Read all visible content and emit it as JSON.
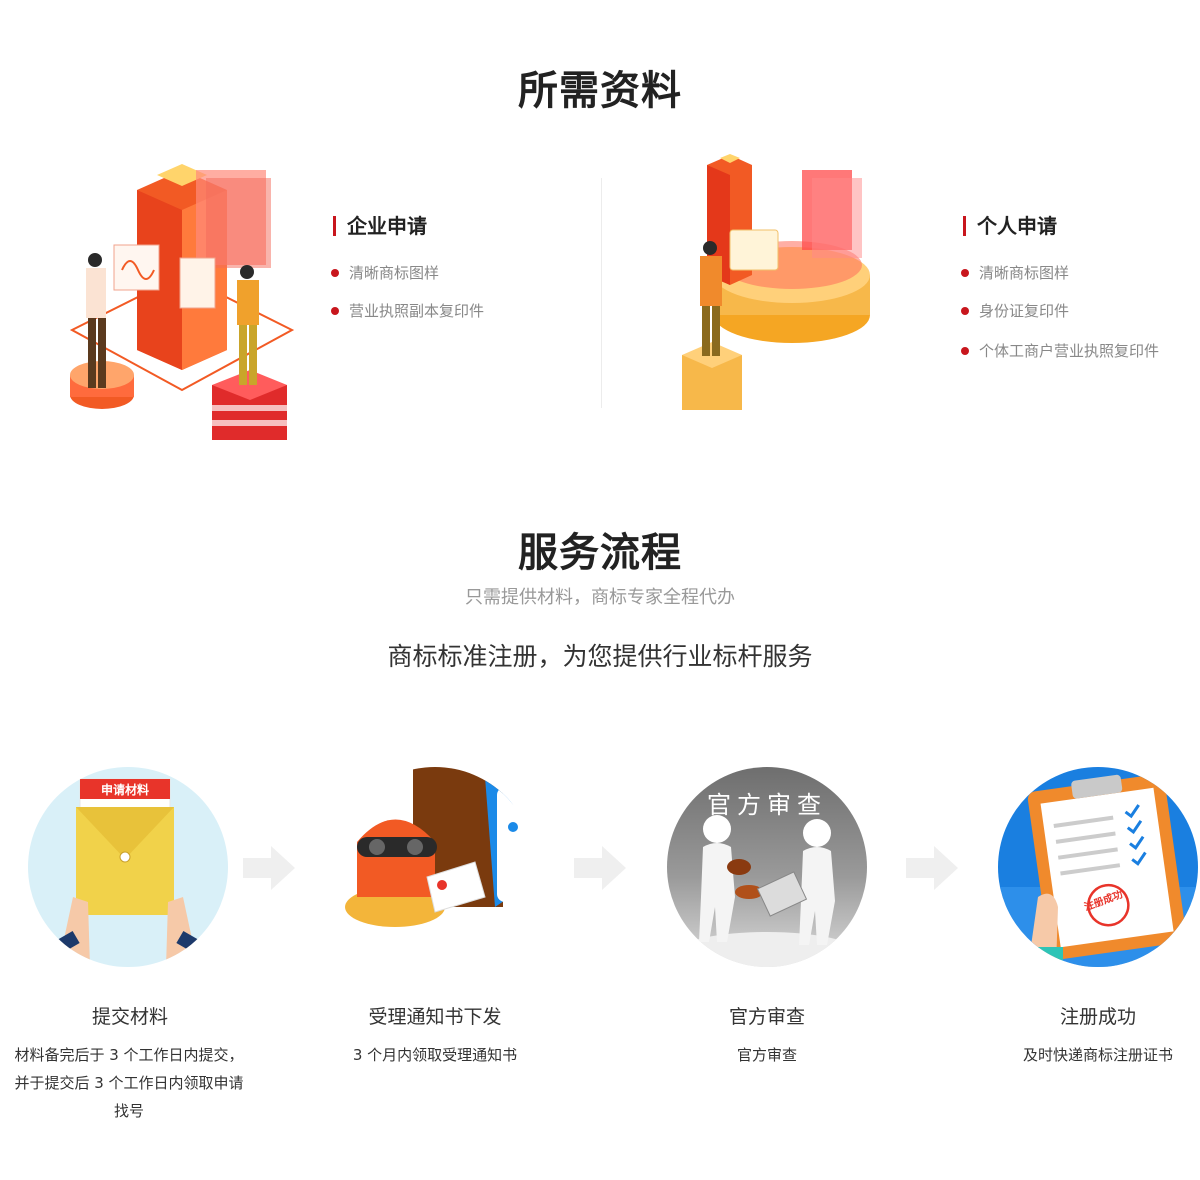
{
  "materials": {
    "title": "所需资料",
    "enterprise": {
      "title": "企业申请",
      "items": [
        "清晰商标图样",
        "营业执照副本复印件"
      ]
    },
    "personal": {
      "title": "个人申请",
      "items": [
        "清晰商标图样",
        "身份证复印件",
        "个体工商户营业执照复印件"
      ]
    }
  },
  "process": {
    "title": "服务流程",
    "subtitle": "只需提供材料，商标专家全程代办",
    "tagline": "商标标准注册，为您提供行业标杆服务",
    "steps": [
      {
        "title": "提交材料",
        "desc_lines": [
          "材料备完后于 3 个工作日内提交，",
          "并于提交后 3 个工作日内领取申请",
          "找号"
        ],
        "icon": "document-envelope-icon",
        "badge": "申请材料"
      },
      {
        "title": "受理通知书下发",
        "desc_lines": [
          "3 个月内领取受理通知书"
        ],
        "icon": "mail-delivery-icon"
      },
      {
        "title": "官方审查",
        "desc_lines": [
          "官方审查"
        ],
        "icon": "official-review-icon",
        "badge": "官方审查"
      },
      {
        "title": "注册成功",
        "desc_lines": [
          "及时快递商标注册证书"
        ],
        "icon": "clipboard-check-icon",
        "badge": "注册成功"
      }
    ]
  },
  "colors": {
    "accent": "#c8161d",
    "orange": "#f25a24",
    "sky": "#d9f0f8",
    "blue": "#1a7fe0"
  }
}
